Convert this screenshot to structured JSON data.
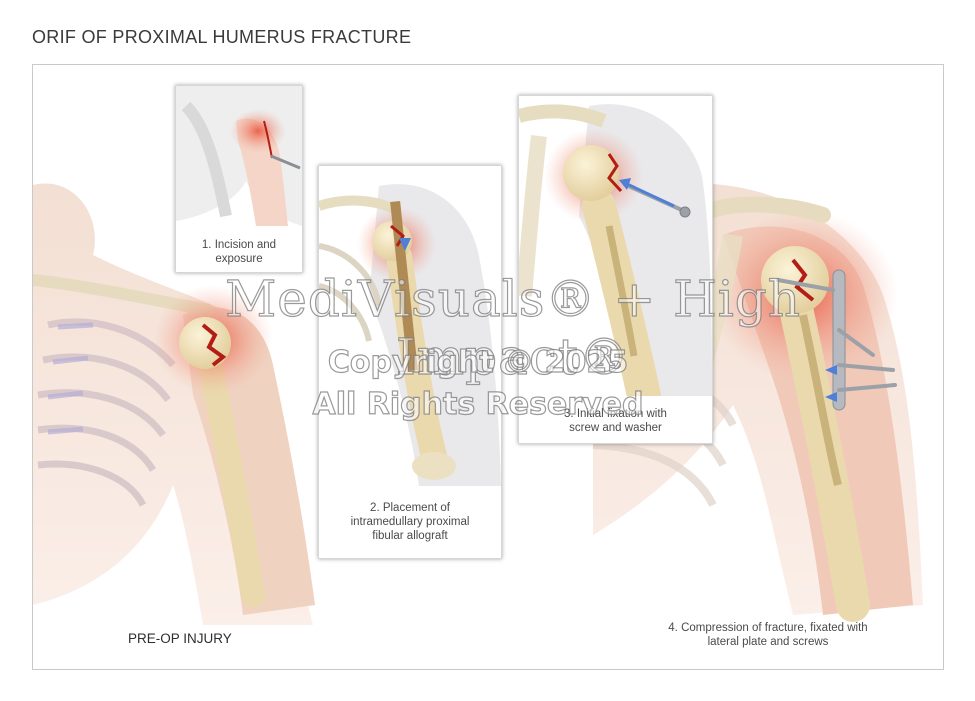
{
  "page": {
    "title": "ORIF OF PROXIMAL HUMERUS FRACTURE"
  },
  "figure": {
    "preop_label": "PRE-OP INJURY",
    "steps": [
      {
        "number": "1.",
        "caption": "1. Incision and\nexposure"
      },
      {
        "number": "2.",
        "caption": "2. Placement of\nintramedullary proximal\nfibular allograft"
      },
      {
        "number": "3.",
        "caption": "3. Initial fixation with\nscrew and washer"
      },
      {
        "number": "4.",
        "caption": "4. Compression of fracture, fixated with\nlateral plate and screws"
      }
    ]
  },
  "watermark": {
    "brand": "MediVisuals® + High Impact®",
    "copyright": "Copyright © 2025",
    "rights": "All Rights Reserved"
  },
  "colors": {
    "skin": "#f2d9cc",
    "bone": "#efe2c2",
    "fracture": "#c8251e",
    "inflammation": "#f08a6a",
    "screw": "#a9adb3",
    "arrow": "#4f7fd6"
  }
}
